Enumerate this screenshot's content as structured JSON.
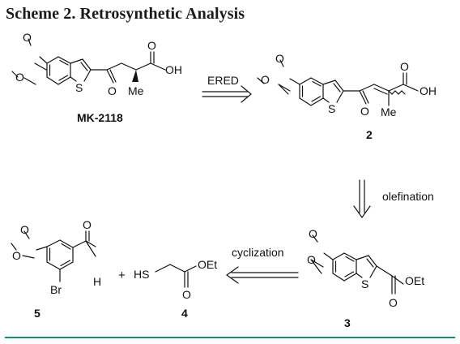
{
  "scheme": {
    "title": "Scheme 2. Retrosynthetic Analysis",
    "accent_color": "#1d8a73",
    "compounds": {
      "mk2118": {
        "label": "MK-2118",
        "atoms": {
          "o_methoxy_top": "O",
          "o_methoxy_bottom": "O",
          "s": "S",
          "o_ketone": "O",
          "me": "Me",
          "o_acid": "O",
          "oh": "OH"
        }
      },
      "c2": {
        "label": "2",
        "atoms": {
          "o_methoxy_top": "O",
          "o_methoxy_bottom": "O",
          "s": "S",
          "o_ketone": "O",
          "me": "Me",
          "o_acid": "O",
          "oh": "OH"
        }
      },
      "c3": {
        "label": "3",
        "atoms": {
          "o_methoxy_top": "O",
          "o_methoxy_bottom": "O",
          "s": "S",
          "oet": "OEt",
          "o_carbonyl": "O"
        }
      },
      "c4": {
        "label": "4",
        "atoms": {
          "hs": "HS",
          "oet": "OEt",
          "o_carbonyl": "O"
        }
      },
      "c5": {
        "label": "5",
        "atoms": {
          "o_methoxy_top": "O",
          "o_methoxy_bottom": "O",
          "o_aldehyde": "O",
          "h": "H",
          "br": "Br"
        }
      }
    },
    "plus": "+",
    "arrows": {
      "ered": "ERED",
      "olefination": "olefination",
      "cyclization": "cyclization"
    }
  }
}
